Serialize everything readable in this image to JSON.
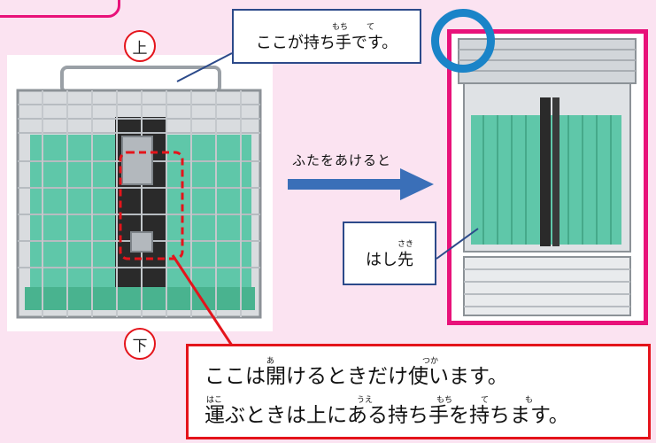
{
  "labels": {
    "top": "上",
    "bottom": "下"
  },
  "callouts": {
    "handle": {
      "text": "ここが持ち手です。",
      "furigana": [
        "もち",
        "て"
      ]
    },
    "tips": {
      "text": "はし先",
      "furigana": [
        "さき"
      ]
    },
    "note": {
      "line1": "ここは開けるときだけ使います。",
      "line1_furigana": [
        "あ",
        "つか"
      ],
      "line2": "運ぶときは上にある持ち手を持ちます。",
      "line2_furigana": [
        "はこ",
        "うえ",
        "もち",
        "て",
        "も"
      ]
    }
  },
  "arrow_caption": "ふたをあけると",
  "colors": {
    "pink_accent": "#e8127a",
    "red_accent": "#e4141b",
    "blue_arrow": "#3a6fb8",
    "navy_border": "#2c4a8a",
    "ring_blue": "#1a84c8",
    "chopstick_green": "#5fc7a9",
    "background": "#fbe3f1"
  },
  "icons": [
    "chopstick-basket-closed",
    "chopstick-basket-open",
    "arrow-right",
    "circle-mark"
  ]
}
